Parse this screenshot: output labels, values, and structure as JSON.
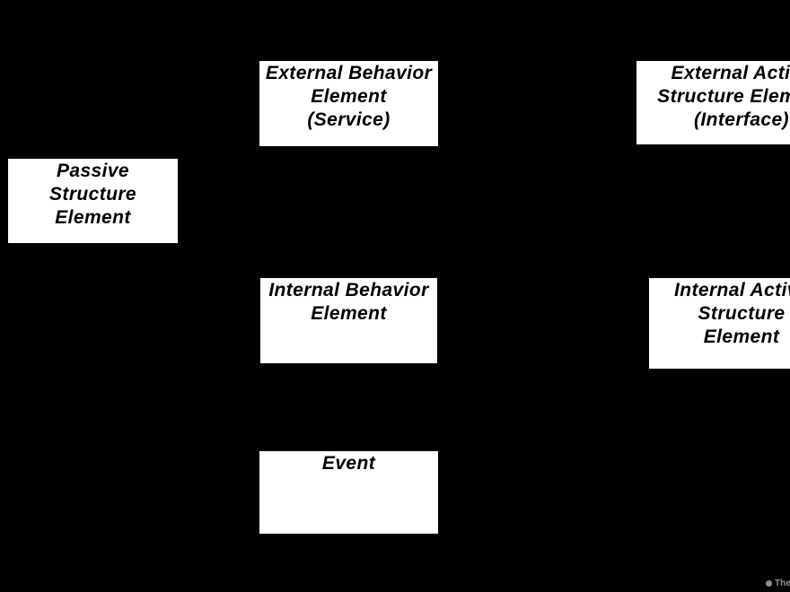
{
  "canvas": {
    "background_color": "#000000",
    "box_fill_color": "#ffffff",
    "box_text_color": "#000000",
    "watermark_color": "#8f8f8f"
  },
  "diagram": {
    "boxes": [
      {
        "id": "external-behavior-element",
        "lines": [
          "External Behavior",
          "Element",
          "(Service)"
        ]
      },
      {
        "id": "external-active-structure-element",
        "lines": [
          "External Active",
          "Structure Element",
          "(Interface)"
        ]
      },
      {
        "id": "passive-structure-element",
        "lines": [
          "Passive",
          "Structure",
          "Element"
        ]
      },
      {
        "id": "internal-behavior-element",
        "lines": [
          "Internal Behavior",
          "Element"
        ]
      },
      {
        "id": "internal-active-structure-element",
        "lines": [
          "Internal Active",
          "Structure",
          "Element"
        ]
      },
      {
        "id": "event",
        "lines": [
          "Event"
        ]
      }
    ],
    "watermark": {
      "text": "The"
    }
  }
}
